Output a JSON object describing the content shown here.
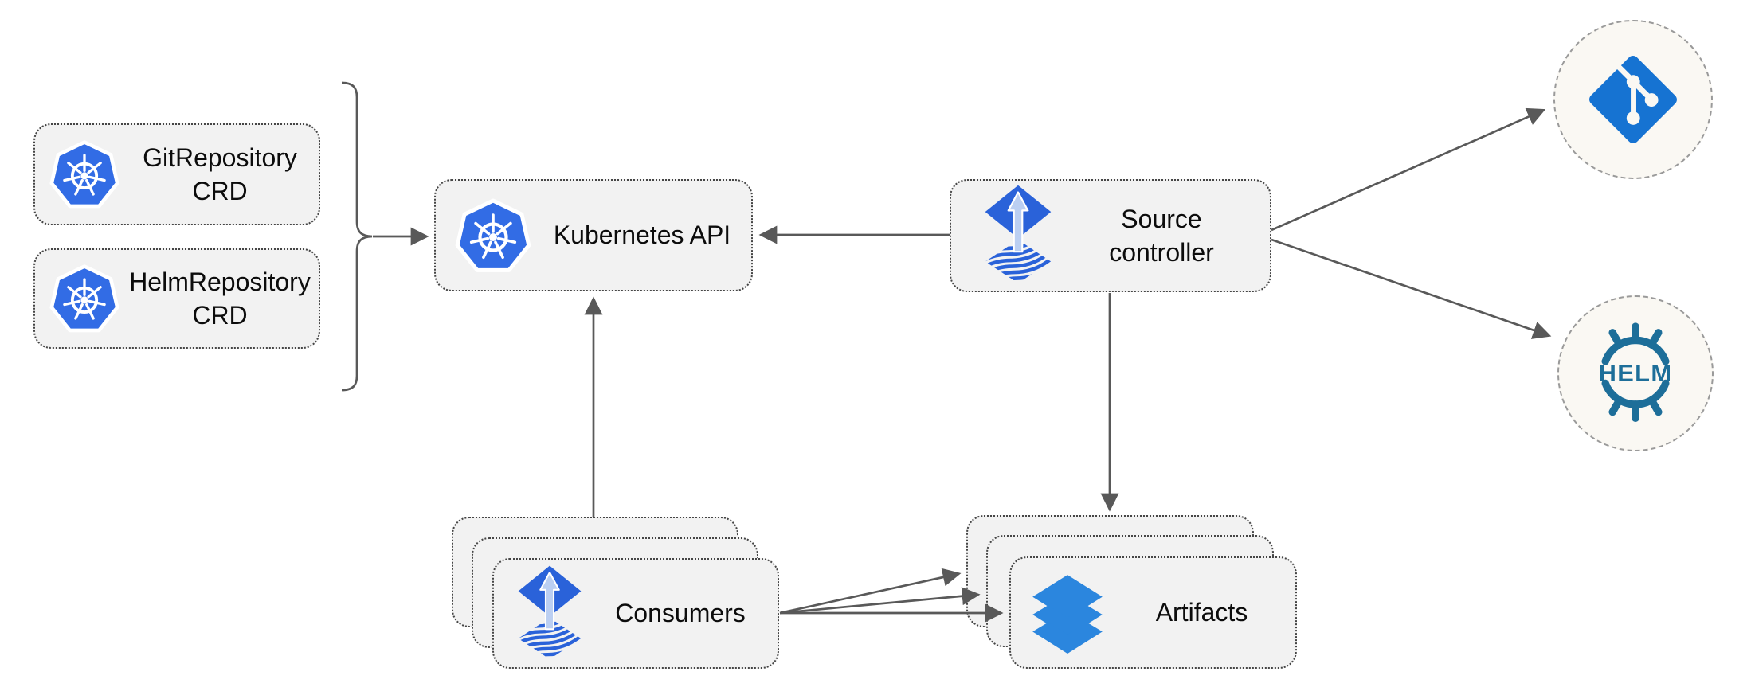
{
  "colors": {
    "kubernetes_blue": "#326CE5",
    "flux_blue": "#2A62D9",
    "flux_arrow_light": "#BBCFF2",
    "git_blue": "#1673D2",
    "helm_teal": "#1D6E99",
    "layers_blue": "#2B86DE",
    "box_fill": "#F2F2F2",
    "circle_fill": "#FAF8F3",
    "box_border": "#454545",
    "circle_border": "#9A9A9A",
    "arrow": "#595959",
    "label_text": "#0C0C0C",
    "background": "#FFFFFF"
  },
  "nodes": {
    "git_repository_crd": {
      "line1": "GitRepository",
      "line2": "CRD",
      "icon": "kubernetes-icon"
    },
    "helm_repository_crd": {
      "line1": "HelmRepository",
      "line2": "CRD",
      "icon": "kubernetes-icon"
    },
    "kubernetes_api": {
      "label": "Kubernetes API",
      "icon": "kubernetes-icon"
    },
    "source_controller": {
      "line1": "Source",
      "line2": "controller",
      "icon": "flux-icon"
    },
    "consumers": {
      "label": "Consumers",
      "icon": "flux-icon",
      "stacked_count": 3
    },
    "artifacts": {
      "label": "Artifacts",
      "icon": "layers-icon",
      "stacked_count": 3
    },
    "git_remote": {
      "icon": "git-icon"
    },
    "helm_remote": {
      "icon": "helm-icon",
      "label": "HELM"
    }
  },
  "edges": [
    {
      "from": "crd_group_bracket",
      "to": "kubernetes_api",
      "style": "arrow"
    },
    {
      "from": "source_controller",
      "to": "kubernetes_api",
      "style": "arrow"
    },
    {
      "from": "consumers",
      "to": "kubernetes_api",
      "style": "arrow"
    },
    {
      "from": "source_controller",
      "to": "git_remote",
      "style": "arrow"
    },
    {
      "from": "source_controller",
      "to": "helm_remote",
      "style": "arrow"
    },
    {
      "from": "source_controller",
      "to": "artifacts",
      "style": "arrow"
    },
    {
      "from": "consumers",
      "to": "artifacts_back",
      "style": "arrow"
    },
    {
      "from": "consumers",
      "to": "artifacts_middle",
      "style": "arrow"
    },
    {
      "from": "consumers",
      "to": "artifacts_front",
      "style": "arrow"
    }
  ],
  "grouping": {
    "bracket_members": [
      "git_repository_crd",
      "helm_repository_crd"
    ]
  }
}
